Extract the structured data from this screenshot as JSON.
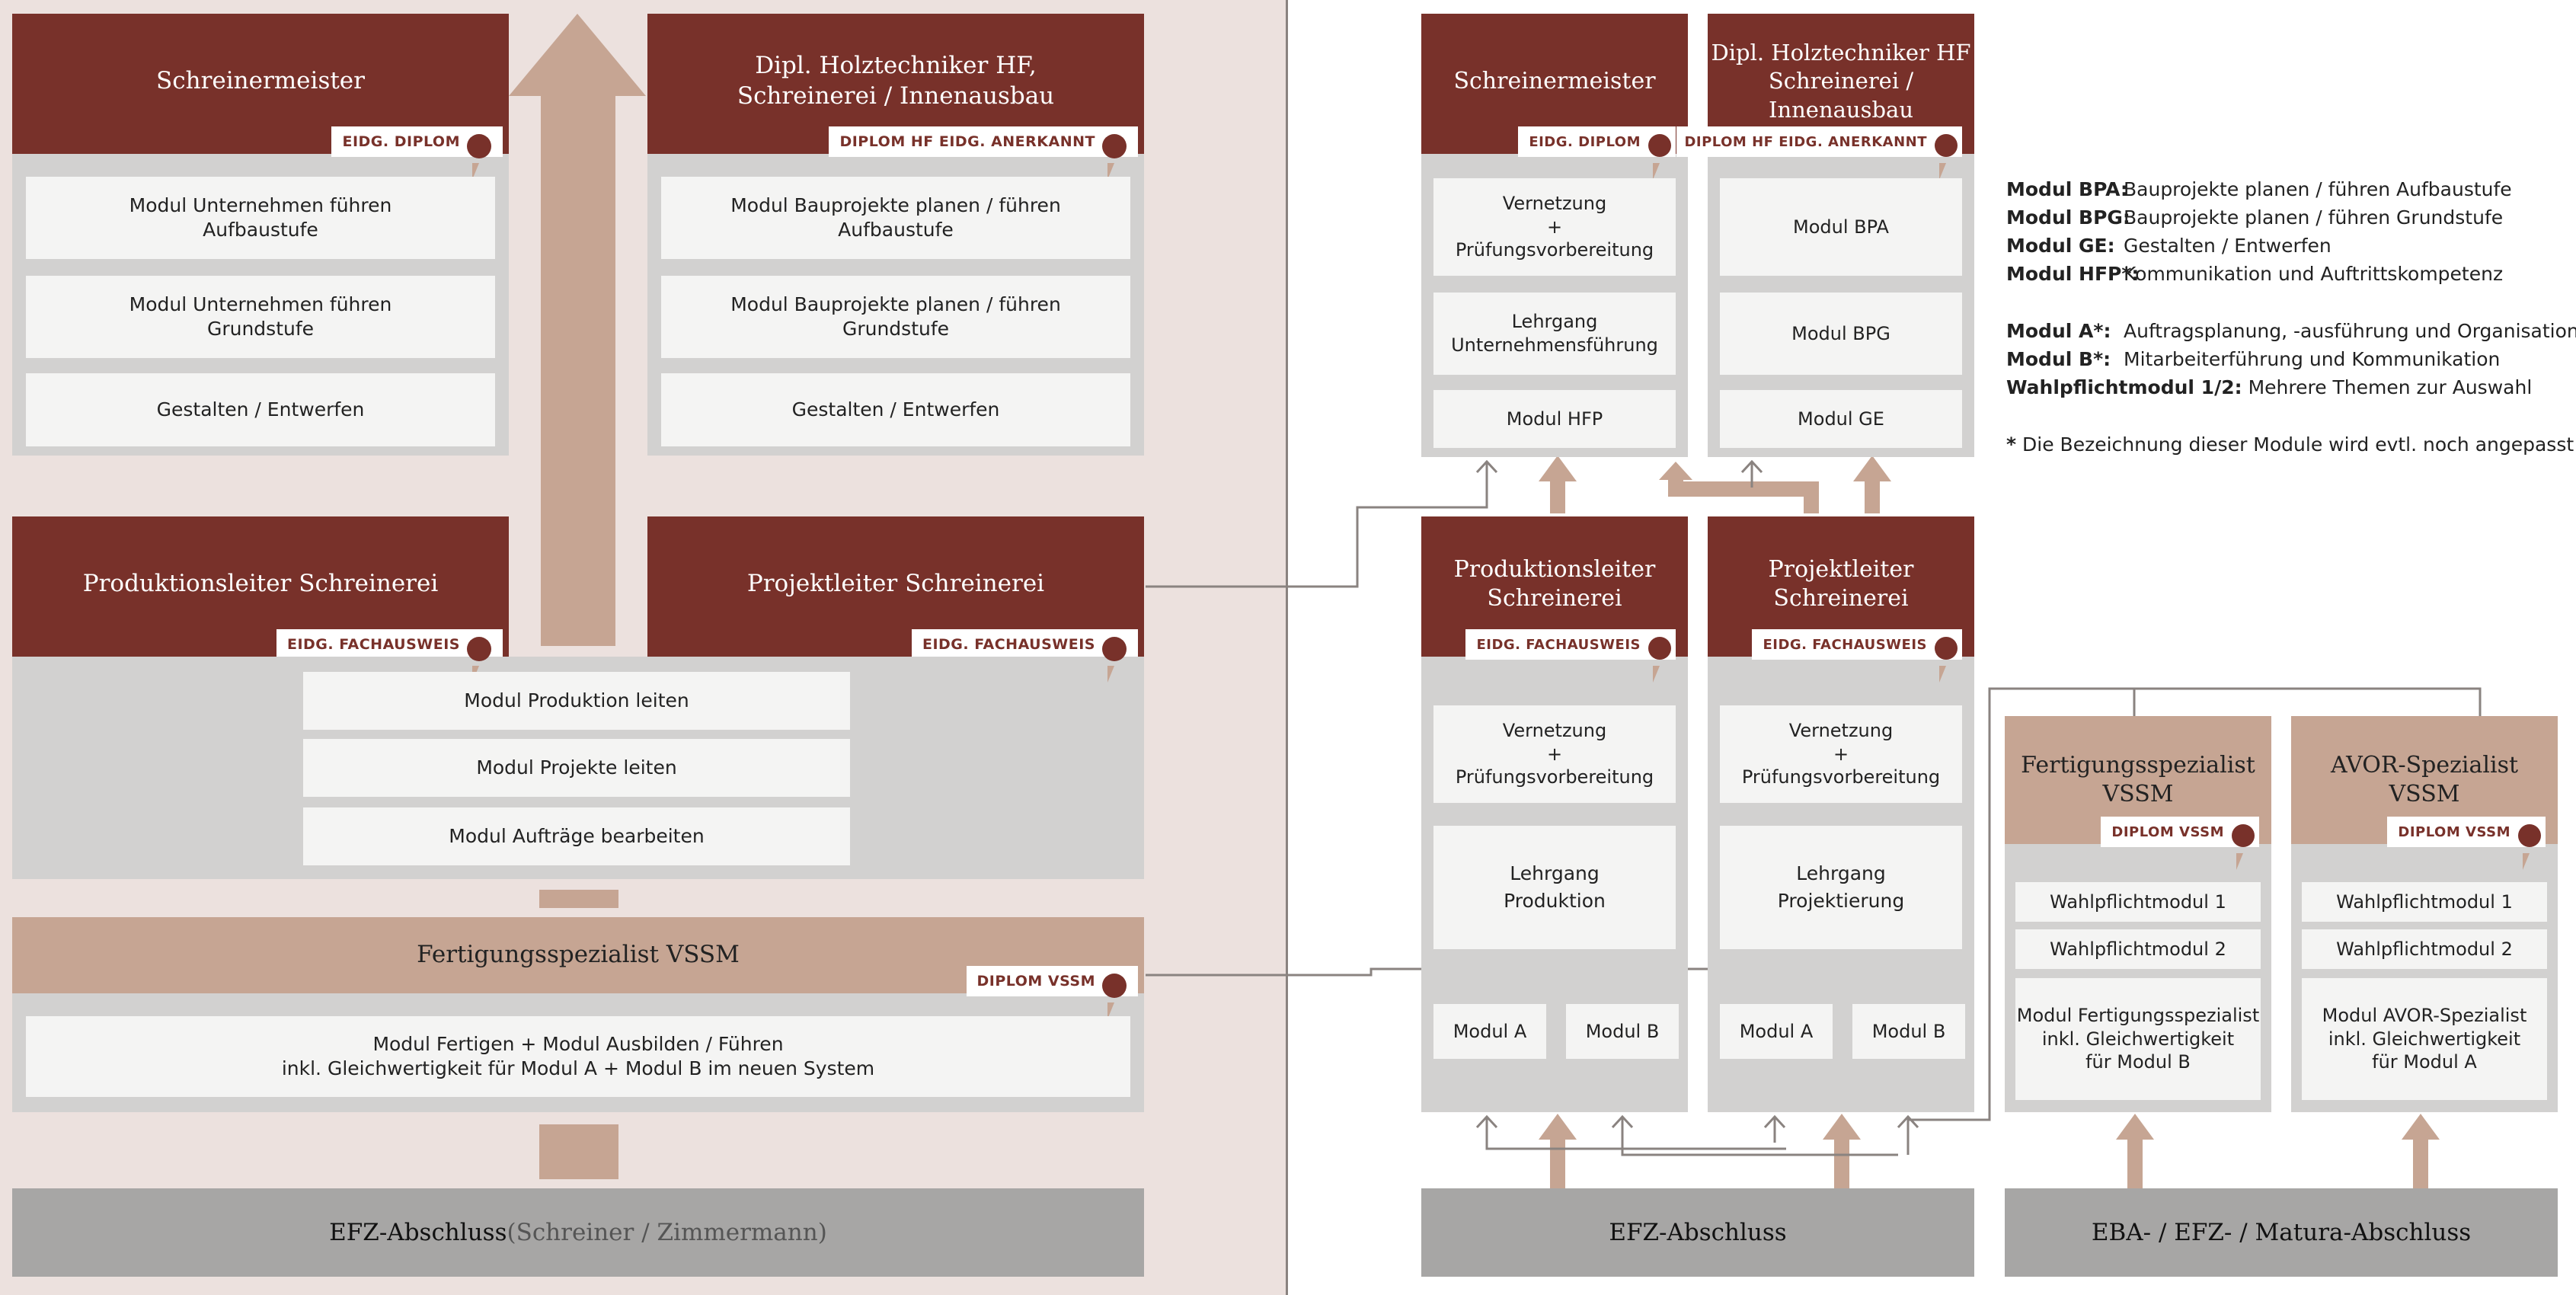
{
  "left": {
    "schreinermeister": {
      "title": "Schreinermeister",
      "badge": "EIDG. DIPLOM",
      "modules": [
        "Modul Unternehmen führen\nAufbaustufe",
        "Modul Unternehmen führen\nGrundstufe",
        "Gestalten / Entwerfen"
      ]
    },
    "holztechniker": {
      "title": "Dipl. Holztechniker HF,\nSchreinerei / Innenausbau",
      "badge": "DIPLOM HF EIDG. ANERKANNT",
      "modules": [
        "Modul Bauprojekte planen / führen\nAufbaustufe",
        "Modul Bauprojekte planen / führen\nGrundstufe",
        "Gestalten / Entwerfen"
      ]
    },
    "produktionsleiter": {
      "title": "Produktionsleiter Schreinerei",
      "badge": "EIDG. FACHAUSWEIS"
    },
    "projektleiter": {
      "title": "Projektleiter Schreinerei",
      "badge": "EIDG. FACHAUSWEIS"
    },
    "shared_modules": [
      "Modul Produktion leiten",
      "Modul Projekte leiten",
      "Modul Aufträge bearbeiten"
    ],
    "fertigung": {
      "title": "Fertigungsspezialist VSSM",
      "badge": "DIPLOM VSSM",
      "module": "Modul Fertigen  +  Modul Ausbilden / Führen\ninkl. Gleichwertigkeit für Modul A + Modul B im neuen System"
    },
    "base_main": "EFZ-Abschluss",
    "base_sub": " (Schreiner / Zimmermann)"
  },
  "right": {
    "schreinermeister": {
      "title": "Schreinermeister",
      "badge": "EIDG. DIPLOM",
      "modules": [
        "Vernetzung\n+\nPrüfungsvorbereitung",
        "Lehrgang\nUnternehmensführung",
        "Modul HFP"
      ]
    },
    "holztechniker": {
      "title": "Dipl. Holztechniker HF\nSchreinerei / Innenausbau",
      "badge": "DIPLOM HF EIDG. ANERKANNT",
      "modules": [
        "Modul BPA",
        "Modul BPG",
        "Modul GE"
      ]
    },
    "produktionsleiter": {
      "title": "Produktionsleiter\nSchreinerei",
      "badge": "EIDG. FACHAUSWEIS",
      "modules": [
        "Vernetzung\n+\nPrüfungsvorbereitung",
        "Lehrgang\nProduktion"
      ],
      "small": [
        "Modul A",
        "Modul B"
      ]
    },
    "projektleiter": {
      "title": "Projektleiter\nSchreinerei",
      "badge": "EIDG. FACHAUSWEIS",
      "modules": [
        "Vernetzung\n+\nPrüfungsvorbereitung",
        "Lehrgang\nProjektierung"
      ],
      "small": [
        "Modul A",
        "Modul B"
      ]
    },
    "fertigungsspezialist": {
      "title": "Fertigungsspezialist\nVSSM",
      "badge": "DIPLOM VSSM",
      "modules": [
        "Wahlpflichtmodul 1",
        "Wahlpflichtmodul 2",
        "Modul Fertigungsspezialist\ninkl. Gleichwertigkeit\nfür Modul B"
      ]
    },
    "avor": {
      "title": "AVOR-Spezialist\nVSSM",
      "badge": "DIPLOM VSSM",
      "modules": [
        "Wahlpflichtmodul 1",
        "Wahlpflichtmodul 2",
        "Modul AVOR-Spezialist\ninkl. Gleichwertigkeit\nfür Modul A"
      ]
    },
    "base_efz": "EFZ-Abschluss",
    "base_eba": "EBA- / EFZ- / Matura-Abschluss"
  },
  "legend": {
    "group1": [
      {
        "key": "Modul BPA:",
        "value": "Bauprojekte planen / führen Aufbaustufe"
      },
      {
        "key": "Modul BPG:",
        "value": "Bauprojekte planen / führen Grundstufe"
      },
      {
        "key": "Modul GE:",
        "value": "Gestalten / Entwerfen"
      },
      {
        "key": "Modul HFP*:",
        "value": "Kommunikation und Auftrittskompetenz"
      }
    ],
    "group2": [
      {
        "key": "Modul A*:",
        "value": "Auftragsplanung, -ausführung und Organisation"
      },
      {
        "key": "Modul B*:",
        "value": "Mitarbeiterführung und Kommunikation"
      },
      {
        "key": "Wahlpflichtmodul 1/2:",
        "value": "Mehrere Themen zur Auswahl"
      }
    ],
    "note_star": "*",
    "note": " Die Bezeichnung dieser Module wird evtl. noch angepasst"
  },
  "colors": {
    "dark": "#78312a",
    "light": "#c6a593",
    "panel": "#d2d1d0",
    "base": "#a7a6a5"
  }
}
